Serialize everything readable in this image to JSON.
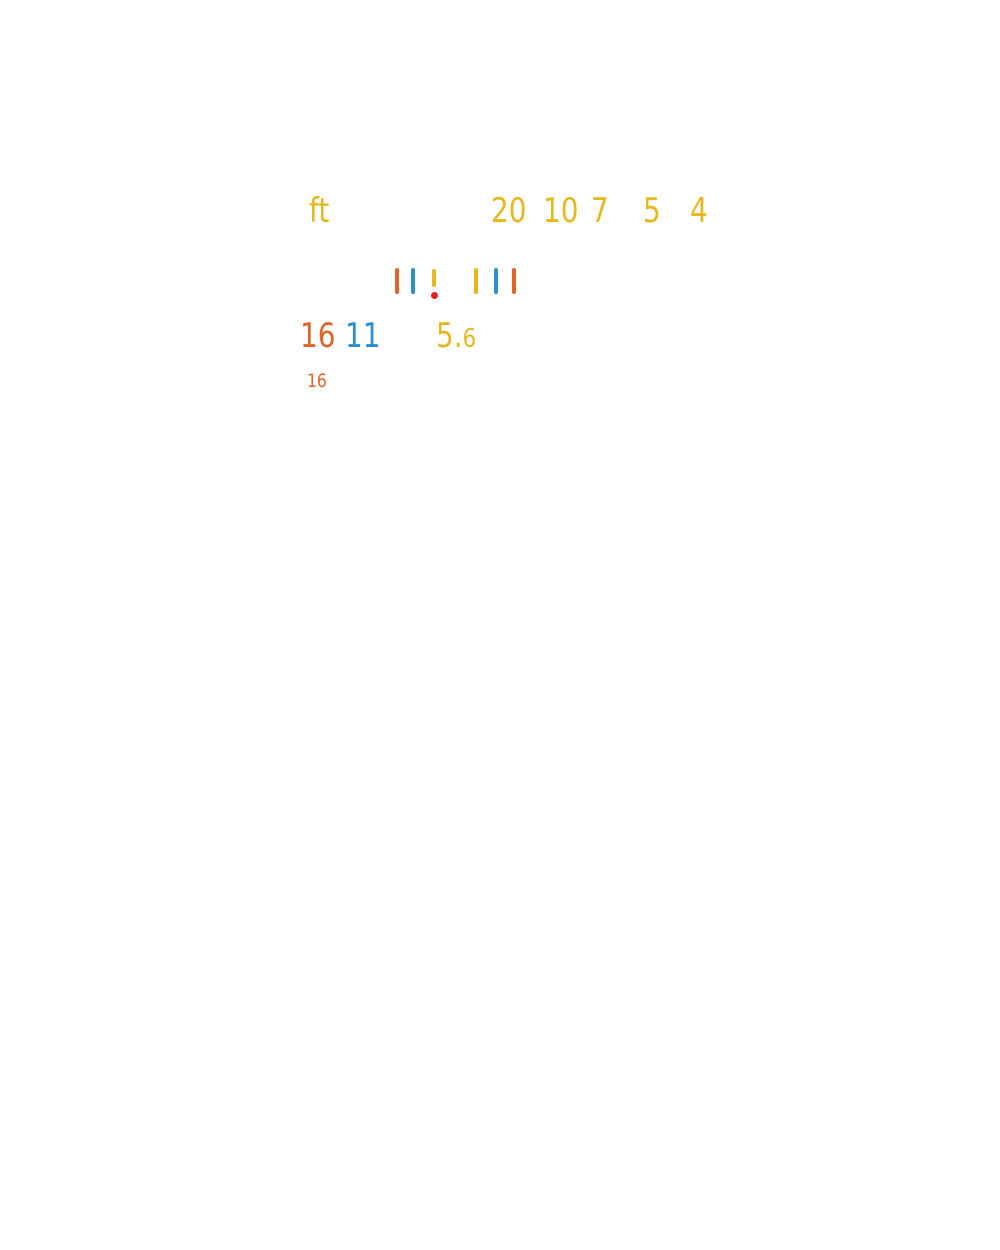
{
  "distance_scale": {
    "unit": "ft",
    "marks": [
      "20",
      "10",
      "7",
      "5",
      "4"
    ]
  },
  "aperture_scale": {
    "primary": [
      {
        "label": "16",
        "color": "#e0642a"
      },
      {
        "label": "11",
        "color": "#2b8fcf"
      },
      {
        "label_main": "5.",
        "label_sub": "6",
        "color": "#e6b820"
      }
    ],
    "secondary": "16"
  },
  "colors": {
    "yellow": "#e6b820",
    "orange": "#e0642a",
    "blue": "#2b8fcf",
    "index_dot": "#e02020"
  }
}
